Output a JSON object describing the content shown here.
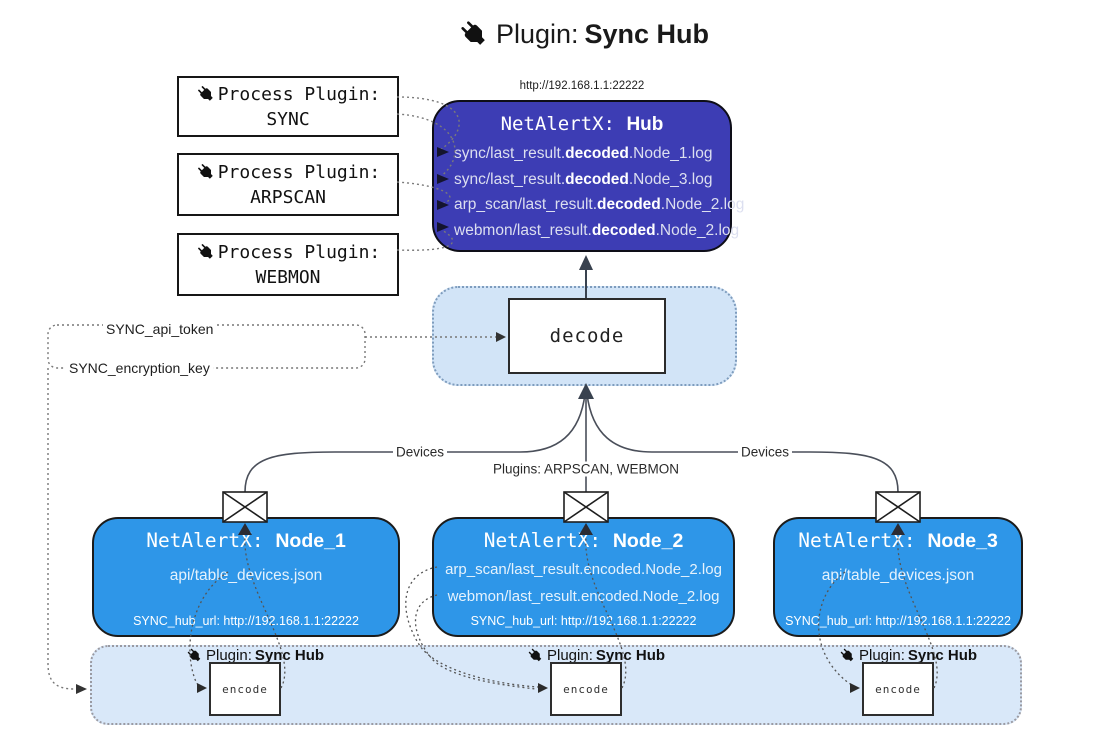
{
  "title": {
    "prefix": "Plugin: ",
    "bold": "Sync Hub"
  },
  "process_plugins": [
    {
      "line1": "Process Plugin:",
      "line2": "SYNC"
    },
    {
      "line1": "Process Plugin:",
      "line2": "ARPSCAN"
    },
    {
      "line1": "Process Plugin:",
      "line2": "WEBMON"
    }
  ],
  "hub": {
    "url": "http://192.168.1.1:22222",
    "title_mono": "NetAlertX: ",
    "title_bold": "Hub",
    "logs": [
      {
        "pre": "sync/last_result.",
        "bold": "decoded",
        "post": ".Node_1.log"
      },
      {
        "pre": "sync/last_result.",
        "bold": "decoded",
        "post": ".Node_3.log"
      },
      {
        "pre": "arp_scan/last_result.",
        "bold": "decoded",
        "post": ".Node_2.log"
      },
      {
        "pre": "webmon/last_result.",
        "bold": "decoded",
        "post": ".Node_2.log"
      }
    ]
  },
  "decode": {
    "label": "decode"
  },
  "tokens": {
    "api_token": "SYNC_api_token",
    "encryption_key": "SYNC_encryption_key"
  },
  "edges": {
    "devices_left": "Devices",
    "devices_right": "Devices",
    "plugins_mid": "Plugins: ARPSCAN, WEBMON"
  },
  "nodes": [
    {
      "title_mono": "NetAlertX: ",
      "title_bold": "Node_1",
      "files": [
        "api/table_devices.json"
      ],
      "hub_url": "SYNC_hub_url: http://192.168.1.1:22222"
    },
    {
      "title_mono": "NetAlertX: ",
      "title_bold": "Node_2",
      "files": [
        "arp_scan/last_result.encoded.Node_2.log",
        "webmon/last_result.encoded.Node_2.log"
      ],
      "hub_url": "SYNC_hub_url: http://192.168.1.1:22222"
    },
    {
      "title_mono": "NetAlertX: ",
      "title_bold": "Node_3",
      "files": [
        "api/table_devices.json"
      ],
      "hub_url": "SYNC_hub_url: http://192.168.1.1:22222"
    }
  ],
  "sync_bar": {
    "instances": [
      {
        "label_prefix": "Plugin: ",
        "label_bold": "Sync Hub",
        "encode_label": "encode"
      },
      {
        "label_prefix": "Plugin: ",
        "label_bold": "Sync Hub",
        "encode_label": "encode"
      },
      {
        "label_prefix": "Plugin: ",
        "label_bold": "Sync Hub",
        "encode_label": "encode"
      }
    ]
  },
  "colors": {
    "hub_fill": "#3d3db4",
    "node_fill": "#2e96e8",
    "decode_bg": "#d2e4f7",
    "bar_bg": "#d9e8f9",
    "icon": "#111111"
  }
}
